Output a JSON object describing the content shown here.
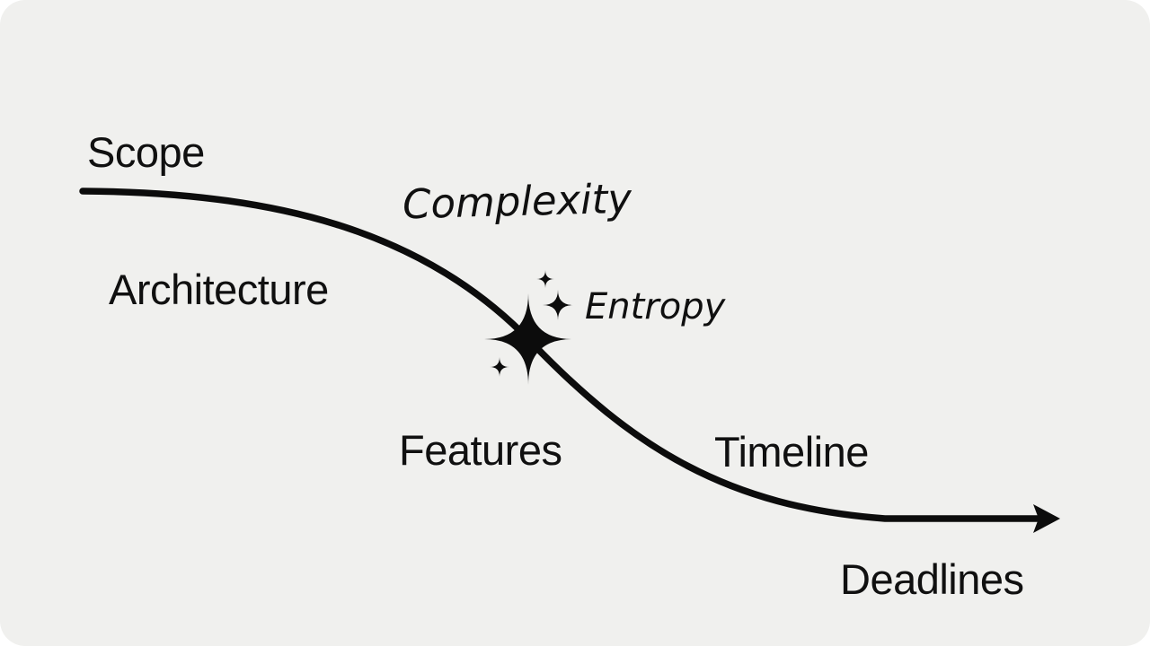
{
  "diagram": {
    "type": "s-curve-flow",
    "labels": {
      "scope": "Scope",
      "complexity": "Complexity",
      "architecture": "Architecture",
      "entropy": "Entropy",
      "features": "Features",
      "timeline": "Timeline",
      "deadlines": "Deadlines"
    },
    "icons": [
      {
        "name": "sparkle-icon",
        "meaning": "entropy burst on curve",
        "glyph": "✦"
      },
      {
        "name": "arrowhead-icon",
        "meaning": "curve direction arrow",
        "glyph": "➤"
      }
    ],
    "colors": {
      "page_background": "#ffffff",
      "card_background": "#f0f0ee",
      "ink": "#101010"
    }
  }
}
